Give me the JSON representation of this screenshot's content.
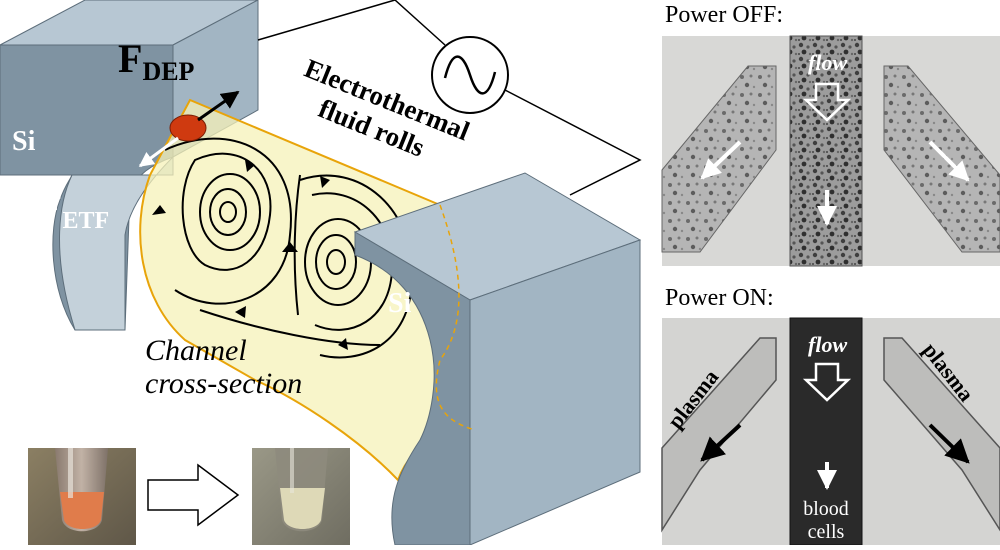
{
  "diagram": {
    "labels": {
      "f_dep_main": "F",
      "f_dep_sub": "DEP",
      "f_etf_main": "F",
      "f_etf_sub": "ETF",
      "si_left": "Si",
      "si_right": "Si",
      "fluid_rolls_line1": "Electrothermal",
      "fluid_rolls_line2": "fluid rolls",
      "channel_line1": "Channel",
      "channel_line2": "cross-section"
    }
  },
  "micrographs": {
    "power_off": {
      "title": "Power OFF:",
      "flow_label": "flow"
    },
    "power_on": {
      "title": "Power ON:",
      "flow_label": "flow",
      "plasma_left": "plasma",
      "plasma_right": "plasma",
      "blood_line1": "blood",
      "blood_line2": "cells"
    }
  },
  "colors": {
    "silicon_top": "#b7c7d3",
    "silicon_front": "#7f93a2",
    "silicon_side": "#a2b5c3",
    "channel_fill": "#f6f1b8",
    "channel_outline": "#e8a40a",
    "particle": "#cf3a10",
    "blood_tube": "#e07c4b",
    "plasma_tube": "#ded9b7"
  }
}
